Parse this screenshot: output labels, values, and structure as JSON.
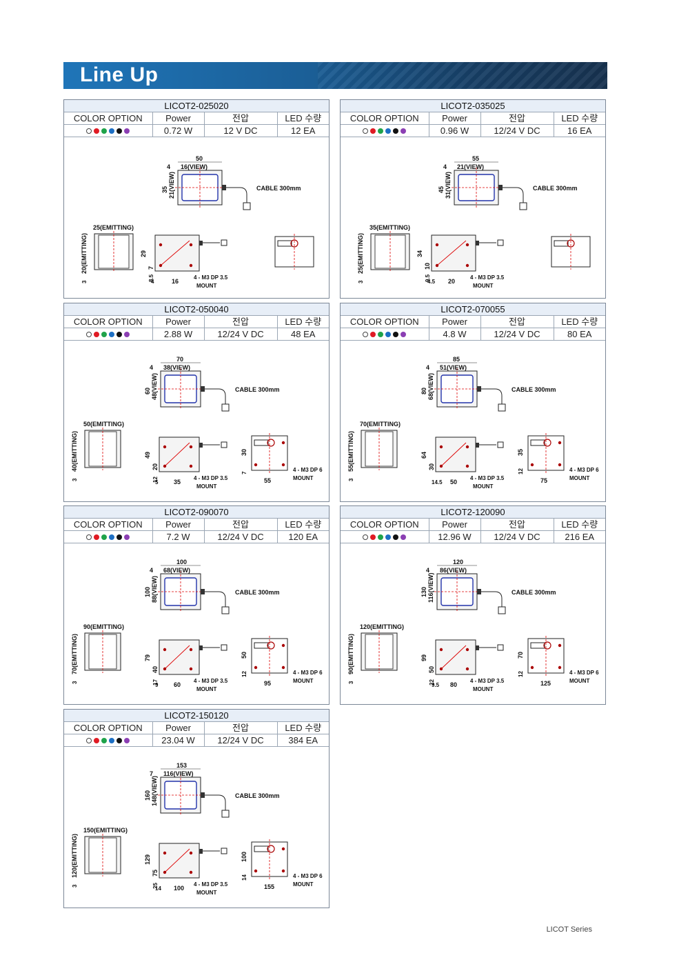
{
  "page": {
    "title": "Line Up",
    "footer": "LICOT Series"
  },
  "table_headers": {
    "color": "COLOR OPTION",
    "power": "Power",
    "voltage": "전압",
    "led": "LED 수량"
  },
  "color_options": [
    "#ffffff",
    "#e01b24",
    "#1fa34a",
    "#1d6fc4",
    "#111111",
    "#8b3fb3"
  ],
  "drawing_labels": {
    "cable": "CABLE 300mm",
    "mount_a": "4 - M3 DP 3.5",
    "mount_b": "4 - M3 DP 6",
    "mount_word": "MOUNT"
  },
  "products": [
    {
      "model": "LICOT2-025020",
      "power": "0.72 W",
      "voltage": "12 V DC",
      "led": "12 EA",
      "dims": {
        "width": "50",
        "offset": "4",
        "view_w": "16(VIEW)",
        "height": "35",
        "view_h": "21(VIEW)",
        "emitting_w": "25(EMITTING)",
        "emitting_h": "20(EMITTING)",
        "emit_off": "3",
        "side_h": "29",
        "hole_v": "7",
        "side_b": "8.5",
        "hole_h": "16",
        "side_off": "4",
        "right_v": "",
        "right_b": "",
        "right_w": ""
      }
    },
    {
      "model": "LICOT2-035025",
      "power": "0.96 W",
      "voltage": "12/24 V DC",
      "led": "16 EA",
      "dims": {
        "width": "55",
        "offset": "4",
        "view_w": "21(VIEW)",
        "height": "45",
        "view_h": "31(VIEW)",
        "emitting_w": "35(EMITTING)",
        "emitting_h": "25(EMITTING)",
        "emit_off": "3",
        "side_h": "34",
        "hole_v": "10",
        "side_b": "9.5",
        "hole_h": "20",
        "side_off": "4.5",
        "right_v": "",
        "right_b": "",
        "right_w": ""
      }
    },
    {
      "model": "LICOT2-050040",
      "power": "2.88 W",
      "voltage": "12/24 V DC",
      "led": "48 EA",
      "dims": {
        "width": "70",
        "offset": "4",
        "view_w": "38(VIEW)",
        "height": "60",
        "view_h": "48(VIEW)",
        "emitting_w": "50(EMITTING)",
        "emitting_h": "40(EMITTING)",
        "emit_off": "3",
        "side_h": "49",
        "hole_v": "20",
        "side_b": "12",
        "hole_h": "35",
        "side_off": "5",
        "right_v": "30",
        "right_b": "7",
        "right_w": "55"
      }
    },
    {
      "model": "LICOT2-070055",
      "power": "4.8 W",
      "voltage": "12/24 V DC",
      "led": "80 EA",
      "dims": {
        "width": "85",
        "offset": "4",
        "view_w": "51(VIEW)",
        "height": "80",
        "view_h": "68(VIEW)",
        "emitting_w": "70(EMITTING)",
        "emitting_h": "55(EMITTING)",
        "emit_off": "3",
        "side_h": "64",
        "hole_v": "30",
        "side_b": "",
        "hole_h": "50",
        "side_off": "14.5",
        "right_v": "35",
        "right_b": "12",
        "right_w": "75"
      }
    },
    {
      "model": "LICOT2-090070",
      "power": "7.2 W",
      "voltage": "12/24 V DC",
      "led": "120 EA",
      "dims": {
        "width": "100",
        "offset": "4",
        "view_w": "68(VIEW)",
        "height": "100",
        "view_h": "88(VIEW)",
        "emitting_w": "90(EMITTING)",
        "emitting_h": "70(EMITTING)",
        "emit_off": "3",
        "side_h": "79",
        "hole_v": "40",
        "side_b": "17",
        "hole_h": "60",
        "side_off": "9",
        "right_v": "50",
        "right_b": "12",
        "right_w": "95"
      }
    },
    {
      "model": "LICOT2-120090",
      "power": "12.96 W",
      "voltage": "12/24 V DC",
      "led": "216 EA",
      "dims": {
        "width": "120",
        "offset": "4",
        "view_w": "86(VIEW)",
        "height": "130",
        "view_h": "116(VIEW)",
        "emitting_w": "120(EMITTING)",
        "emitting_h": "90(EMITTING)",
        "emit_off": "3",
        "side_h": "99",
        "hole_v": "50",
        "side_b": "22",
        "hole_h": "80",
        "side_off": "9.5",
        "right_v": "70",
        "right_b": "12",
        "right_w": "125"
      }
    },
    {
      "model": "LICOT2-150120",
      "power": "23.04 W",
      "voltage": "12/24 V DC",
      "led": "384 EA",
      "dims": {
        "width": "153",
        "offset": "7",
        "view_w": "116(VIEW)",
        "height": "160",
        "view_h": "148(VIEW)",
        "emitting_w": "150(EMITTING)",
        "emitting_h": "120(EMITTING)",
        "emit_off": "3",
        "side_h": "129",
        "hole_v": "75",
        "side_b": "25",
        "hole_h": "100",
        "side_off": "14",
        "right_v": "100",
        "right_b": "14",
        "right_w": "155"
      }
    }
  ]
}
